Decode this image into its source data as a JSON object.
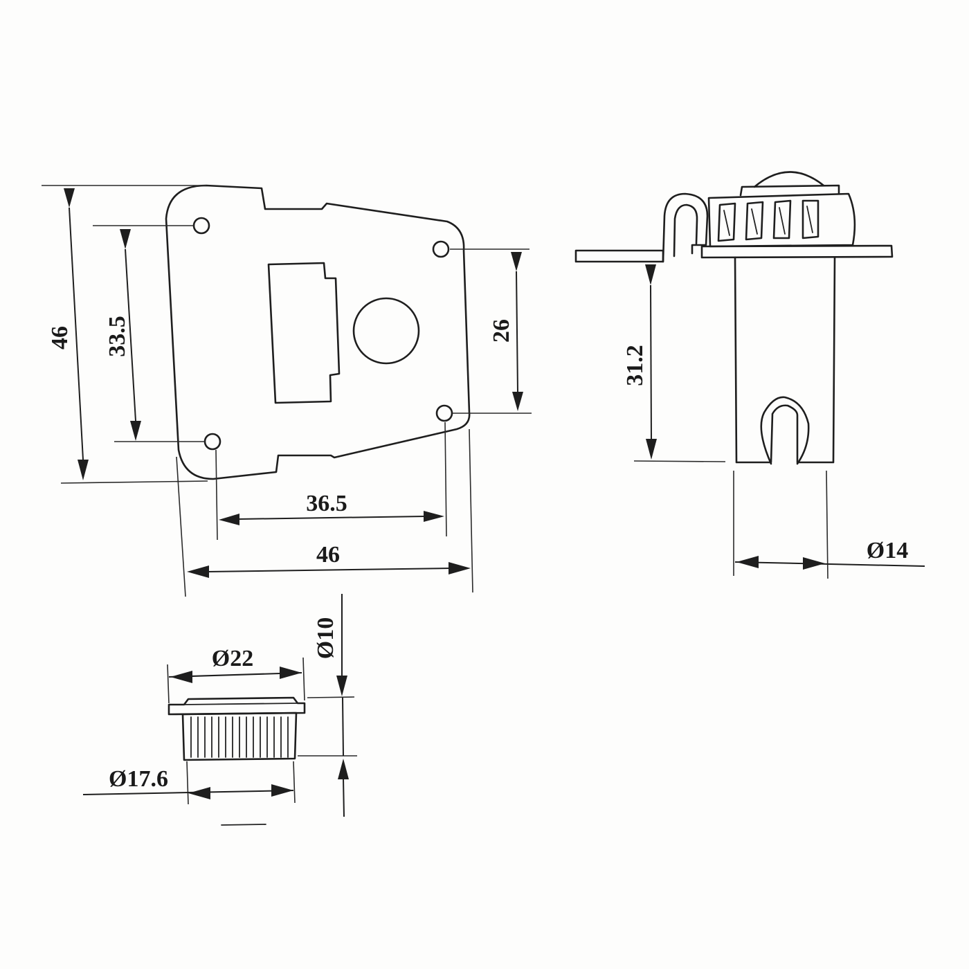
{
  "dimensions": {
    "plate_height": "46",
    "hole_vertical_left": "33.5",
    "hole_vertical_right": "26",
    "hole_horizontal": "36.5",
    "plate_width": "46",
    "depth": "31.2",
    "shaft_diameter": "Ø14",
    "nut_outer_diameter": "Ø22",
    "nut_height": "Ø10",
    "nut_inner_diameter": "Ø17.6"
  }
}
